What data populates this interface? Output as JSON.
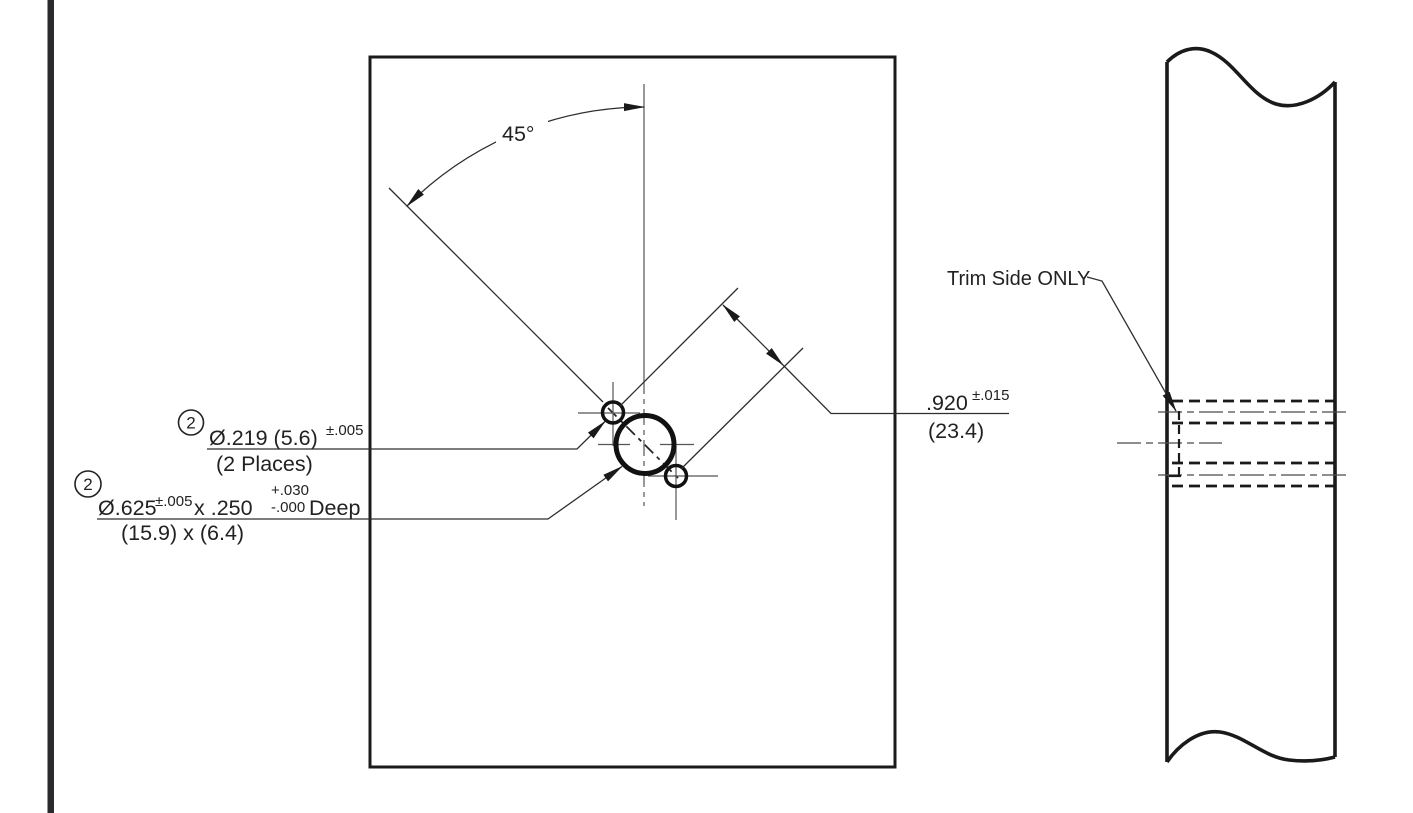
{
  "drawing": {
    "front_view": {
      "angle_label": "45°",
      "hole_callout_small": {
        "qty": "2",
        "text": "Ø.219 (5.6)",
        "tolerance": "±.005",
        "note": "(2 Places)"
      },
      "hole_callout_large": {
        "qty": "2",
        "text_a": "Ø.625",
        "tolerance_a": "±.005",
        "text_b": "x .250",
        "tolerance_upper": "+.030",
        "tolerance_lower": "-.000",
        "text_c": "Deep",
        "metric": "(15.9) x (6.4)"
      },
      "spacing_dimension": {
        "value": ".920",
        "tolerance": "±.015",
        "metric": "(23.4)"
      }
    },
    "side_view": {
      "note": "Trim Side ONLY"
    },
    "colors": {
      "line": "#1a1a1a",
      "thin_line": "#555555",
      "left_bar": "#2b2b2e",
      "background": "#ffffff"
    }
  }
}
